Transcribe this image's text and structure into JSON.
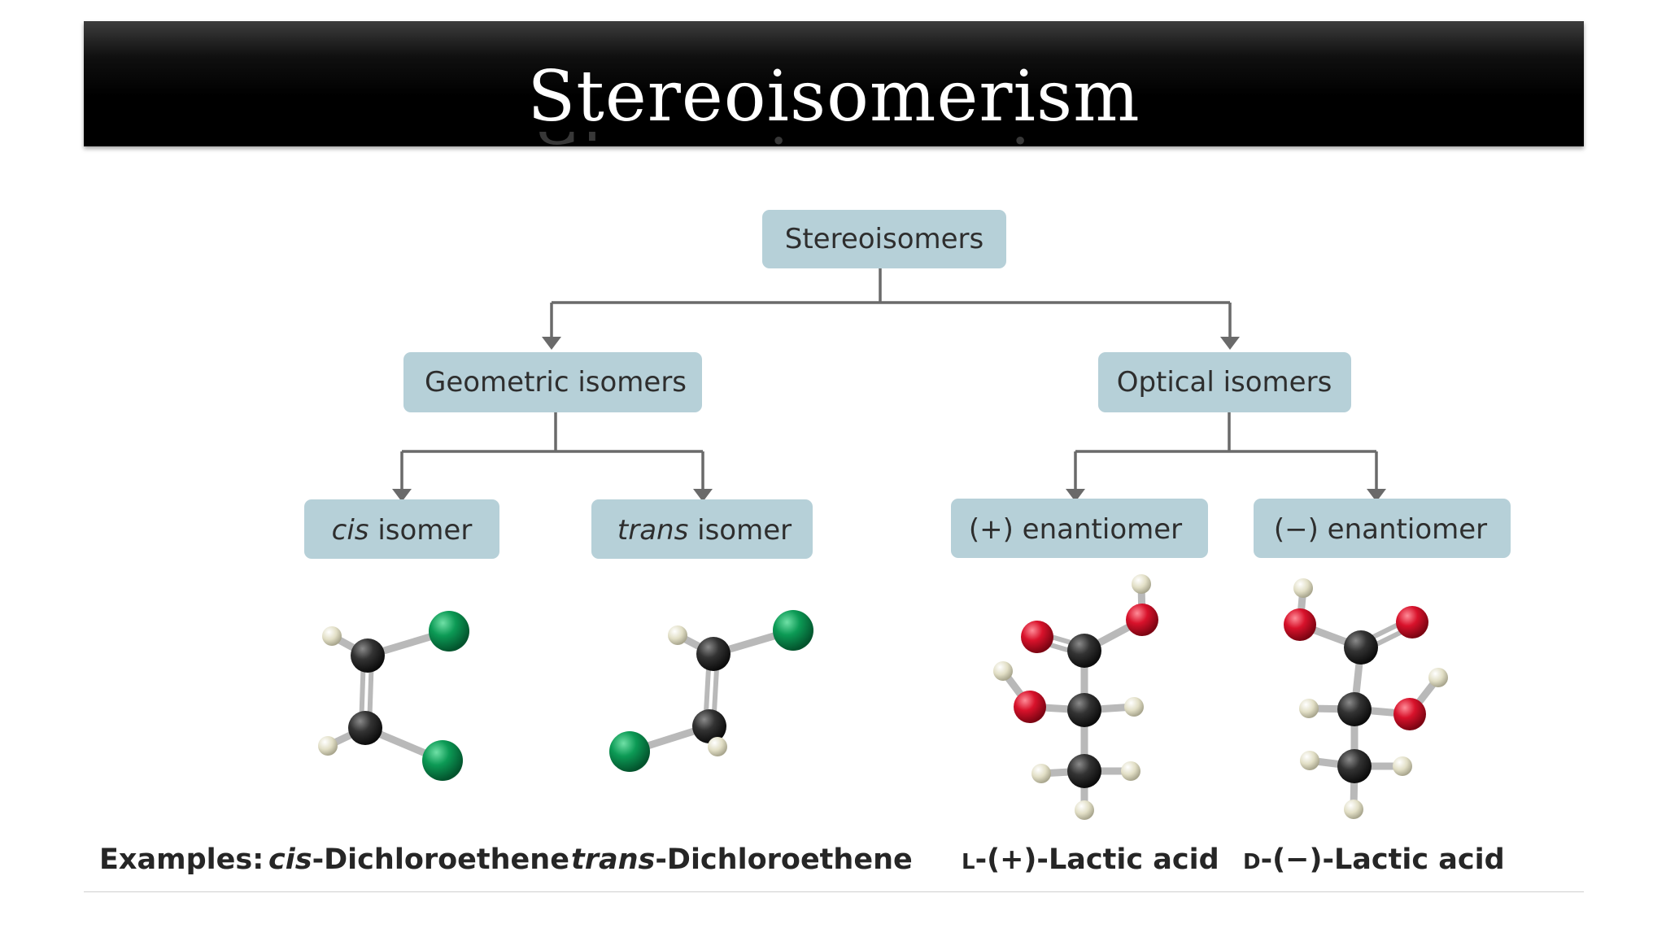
{
  "slide": {
    "title": "Stereoisomerism"
  },
  "diagram": {
    "root": "Stereoisomers",
    "geometric": "Geometric isomers",
    "optical": "Optical isomers",
    "cis": {
      "italic": "cis",
      "rest": " isomer"
    },
    "trans": {
      "italic": "trans",
      "rest": " isomer"
    },
    "plus_enantiomer": "(+) enantiomer",
    "minus_enantiomer": "(−) enantiomer"
  },
  "examples": {
    "label": "Examples:",
    "cis": {
      "italic": "cis",
      "rest": "-Dichloroethene"
    },
    "trans": {
      "italic": "trans",
      "rest": "-Dichloroethene"
    },
    "l_lactic": {
      "prefix": "L",
      "rest": "-(+)-Lactic acid"
    },
    "d_lactic": {
      "prefix": "D",
      "rest": "-(−)-Lactic acid"
    }
  },
  "colors": {
    "box_fill": "#b6d0d8",
    "connector": "#6a6a6a",
    "carbon": "#2b2b2b",
    "hydrogen": "#e4e2cc",
    "chlorine": "#0c9a55",
    "oxygen": "#d8122b"
  }
}
